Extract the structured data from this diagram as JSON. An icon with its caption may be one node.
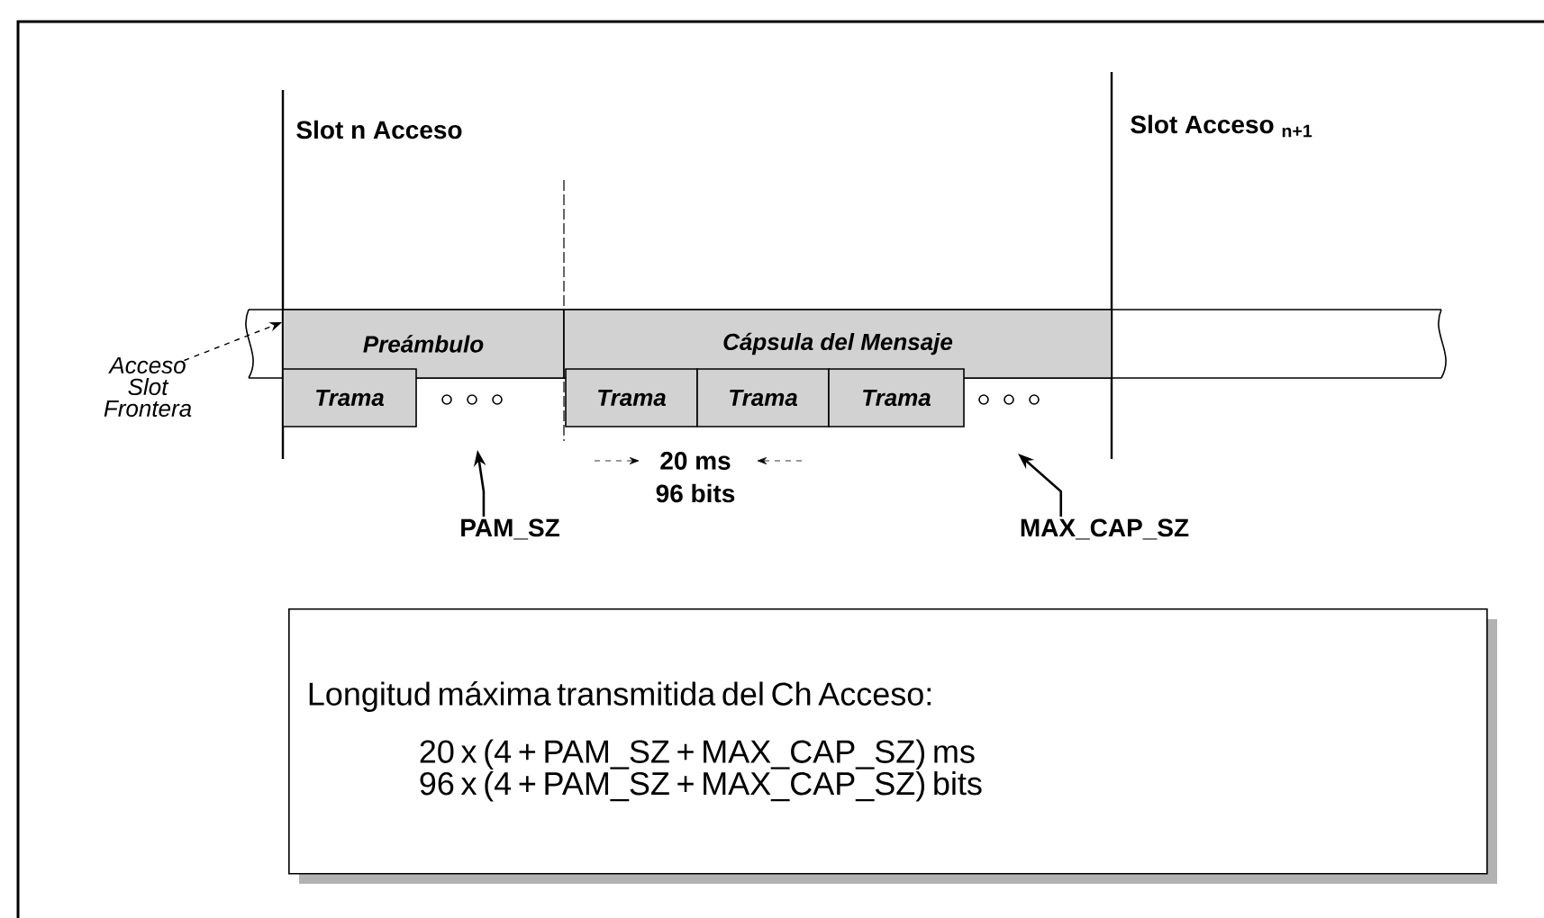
{
  "diagram": {
    "nodes": [
      {
        "text": [
          "Preámbulo"
        ]
      },
      {
        "text": [
          "Cápsula del Mensaje"
        ]
      },
      {
        "text": [
          "Trama"
        ]
      },
      {
        "text": [
          "Trama"
        ]
      },
      {
        "text": [
          "Trama"
        ]
      },
      {
        "text": [
          "Trama"
        ]
      },
      {
        "text": [
          "Acceso Slot Frontera"
        ]
      },
      {
        "text": [
          "PAM_SZ"
        ]
      },
      {
        "text": [
          "MAX_CAP_SZ"
        ]
      },
      {
        "text": [
          "Longitud máxima transmitida del Ch Acceso:",
          "20 x (4 + PAM_SZ + MAX_CAP_SZ)  ms",
          "96 x (4 + PAM_SZ + MAX_CAP_SZ)  bits"
        ]
      }
    ],
    "edges": [
      {
        "from": 6,
        "to": 0,
        "arrow": "to",
        "style": "dashed"
      },
      {
        "from": 7,
        "to": null,
        "arrow": "to"
      },
      {
        "from": 8,
        "to": null,
        "arrow": "to"
      }
    ],
    "labels": [
      "Slot  n Acceso",
      "Slot Acceso $_{n+1}$",
      "20 ms",
      "96 bits"
    ]
  }
}
